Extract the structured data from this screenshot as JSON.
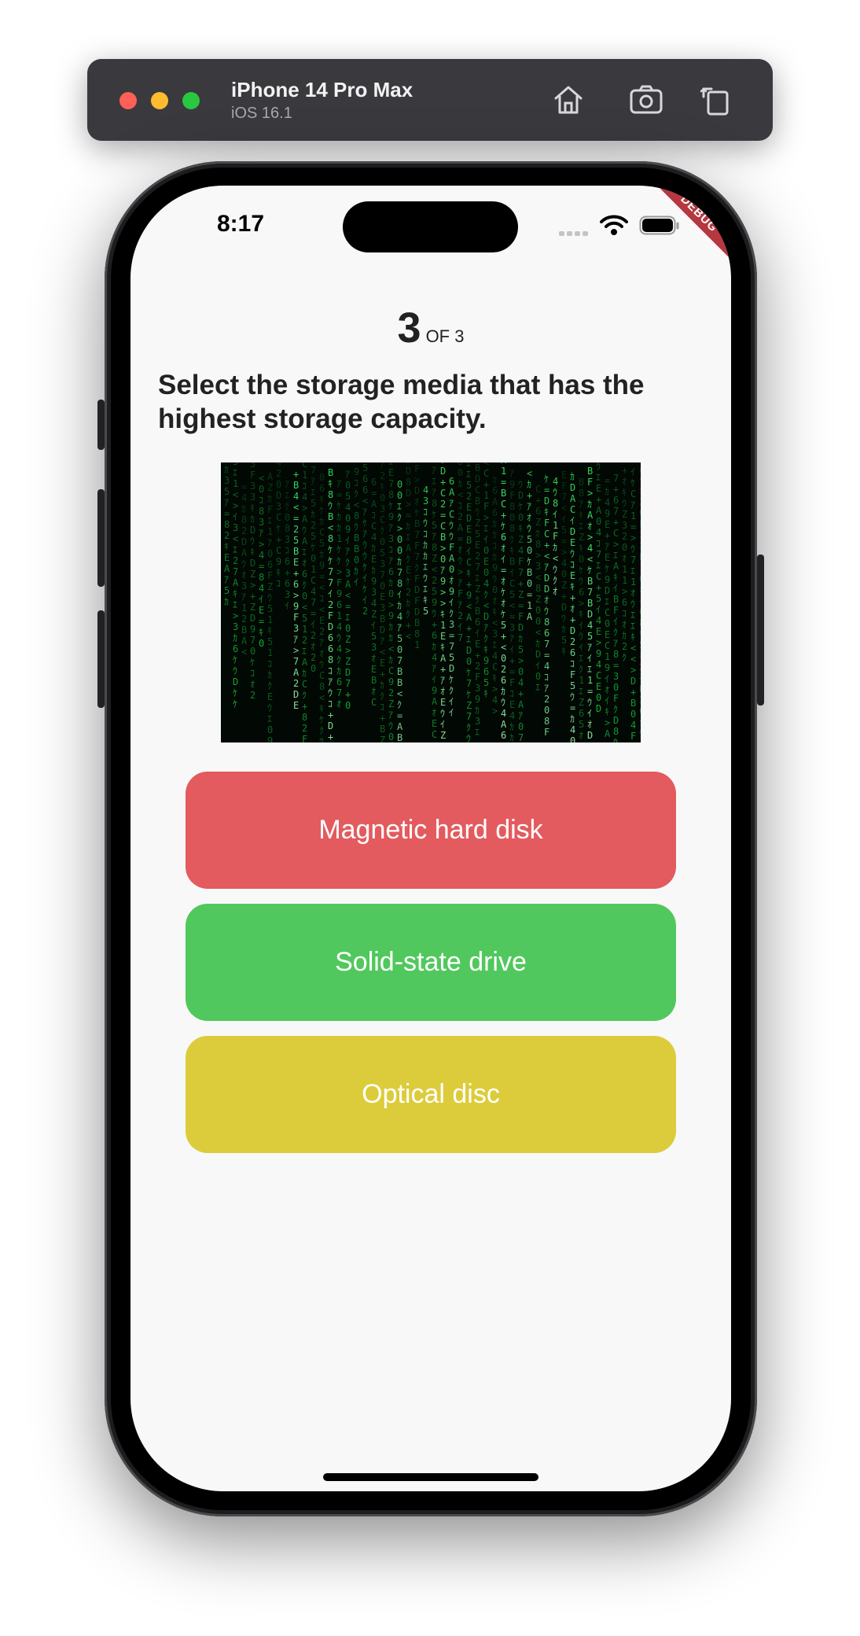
{
  "simulator": {
    "device_name": "iPhone 14 Pro Max",
    "os_version": "iOS 16.1",
    "toolbar_icons": [
      "home-icon",
      "screenshot-icon",
      "rotate-icon"
    ]
  },
  "status_bar": {
    "time": "8:17",
    "icons": [
      "signal-icon",
      "wifi-icon",
      "battery-icon"
    ]
  },
  "debug_banner": "DEBUG",
  "quiz": {
    "current": "3",
    "total_label": "OF 3",
    "question": "Select the storage media that has the highest storage capacity.",
    "image_alt": "matrix code image",
    "answers": [
      {
        "label": "Magnetic hard disk",
        "color": "#e35b5e"
      },
      {
        "label": "Solid-state drive",
        "color": "#51c85d"
      },
      {
        "label": "Optical disc",
        "color": "#dccc3b"
      }
    ]
  },
  "colors": {
    "screen_background": "#f8f8f8",
    "debug_ribbon": "#b5373f",
    "simulator_bar": "#3a393e"
  }
}
